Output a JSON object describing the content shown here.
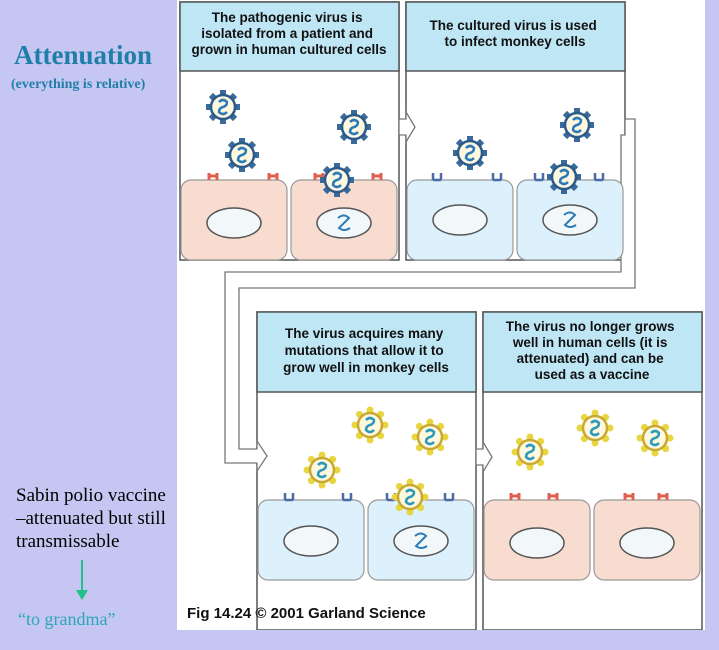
{
  "title": "Attenuation",
  "subtitle": "(everything is relative)",
  "steps": [
    {
      "lines": [
        "The pathogenic virus is",
        "isolated from a patient and",
        "grown in human cultured cells"
      ]
    },
    {
      "lines": [
        "The cultured virus is used",
        "to infect monkey cells"
      ]
    },
    {
      "lines": [
        "The virus acquires many",
        "mutations that allow it to",
        "grow well in monkey cells"
      ]
    },
    {
      "lines": [
        "The virus no longer grows",
        "well in human cells (it is",
        "attenuated) and can be",
        "used as a vaccine"
      ]
    }
  ],
  "side_note": {
    "lines": [
      "Sabin polio vaccine",
      "–attenuated but still",
      "transmissable"
    ],
    "footer": "“to grandma”"
  },
  "caption": "Fig 14.24  © 2001 Garland Science",
  "colors": {
    "background": "#c6c6f2",
    "header_fill": "#bfe6f5",
    "human_cell": "#f8dccf",
    "monkey_cell": "#dcf1fb",
    "pathogenic_spike": "#3a6a9a",
    "attenuated_spike": "#e8d640",
    "human_receptor": "#e06050",
    "monkey_receptor": "#4a6aa8",
    "accent_text": "#1f7fa8",
    "arrow_green": "#22c08a"
  }
}
